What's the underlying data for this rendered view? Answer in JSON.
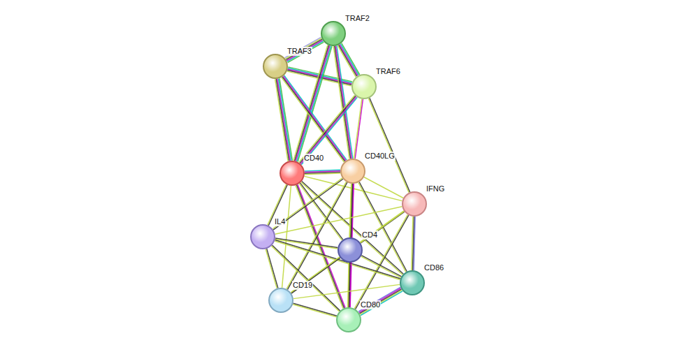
{
  "diagram": {
    "nodes": [
      {
        "text": [
          "TRAF2"
        ]
      },
      {
        "text": [
          "TRAF3"
        ]
      },
      {
        "text": [
          "TRAF6"
        ]
      },
      {
        "text": [
          "CD40"
        ]
      },
      {
        "text": [
          "CD40LG"
        ]
      },
      {
        "text": [
          "IFNG"
        ]
      },
      {
        "text": [
          "IL4"
        ]
      },
      {
        "text": [
          "CD4"
        ]
      },
      {
        "text": [
          "CD86"
        ]
      },
      {
        "text": [
          "CD19"
        ]
      },
      {
        "text": [
          "CD80"
        ]
      }
    ],
    "edges": [
      {
        "from": 0,
        "to": 1,
        "arrow": "none"
      },
      {
        "from": 0,
        "to": 2,
        "arrow": "none"
      },
      {
        "from": 1,
        "to": 2,
        "arrow": "none"
      },
      {
        "from": 0,
        "to": 3,
        "arrow": "none"
      },
      {
        "from": 0,
        "to": 4,
        "arrow": "none"
      },
      {
        "from": 1,
        "to": 3,
        "arrow": "none"
      },
      {
        "from": 1,
        "to": 4,
        "arrow": "none"
      },
      {
        "from": 2,
        "to": 3,
        "arrow": "none"
      },
      {
        "from": 2,
        "to": 4,
        "arrow": "none"
      },
      {
        "from": 2,
        "to": 5,
        "arrow": "none"
      },
      {
        "from": 3,
        "to": 4,
        "arrow": "none"
      },
      {
        "from": 3,
        "to": 5,
        "arrow": "none"
      },
      {
        "from": 3,
        "to": 6,
        "arrow": "none"
      },
      {
        "from": 3,
        "to": 7,
        "arrow": "none"
      },
      {
        "from": 3,
        "to": 9,
        "arrow": "none"
      },
      {
        "from": 3,
        "to": 10,
        "arrow": "none"
      },
      {
        "from": 3,
        "to": 8,
        "arrow": "none"
      },
      {
        "from": 4,
        "to": 5,
        "arrow": "none"
      },
      {
        "from": 4,
        "to": 6,
        "arrow": "none"
      },
      {
        "from": 4,
        "to": 7,
        "arrow": "none"
      },
      {
        "from": 4,
        "to": 9,
        "arrow": "none"
      },
      {
        "from": 4,
        "to": 10,
        "arrow": "none"
      },
      {
        "from": 4,
        "to": 8,
        "arrow": "none"
      },
      {
        "from": 5,
        "to": 6,
        "arrow": "none"
      },
      {
        "from": 5,
        "to": 7,
        "arrow": "none"
      },
      {
        "from": 5,
        "to": 8,
        "arrow": "none"
      },
      {
        "from": 5,
        "to": 10,
        "arrow": "none"
      },
      {
        "from": 5,
        "to": 9,
        "arrow": "none"
      },
      {
        "from": 6,
        "to": 7,
        "arrow": "none"
      },
      {
        "from": 6,
        "to": 9,
        "arrow": "none"
      },
      {
        "from": 6,
        "to": 10,
        "arrow": "none"
      },
      {
        "from": 6,
        "to": 8,
        "arrow": "none"
      },
      {
        "from": 7,
        "to": 10,
        "arrow": "none"
      },
      {
        "from": 7,
        "to": 8,
        "arrow": "none"
      },
      {
        "from": 7,
        "to": 9,
        "arrow": "none"
      },
      {
        "from": 9,
        "to": 10,
        "arrow": "none"
      },
      {
        "from": 9,
        "to": 8,
        "arrow": "none"
      },
      {
        "from": 10,
        "to": 8,
        "arrow": "none"
      }
    ]
  }
}
